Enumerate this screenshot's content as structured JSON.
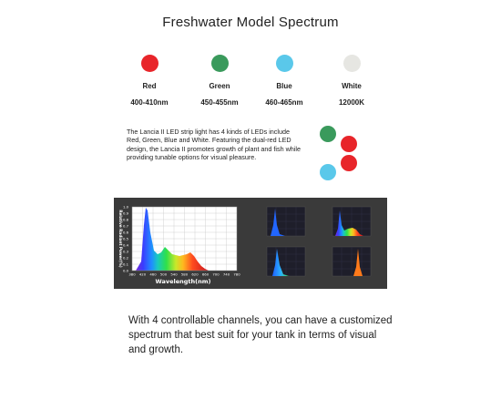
{
  "title": "Freshwater Model Spectrum",
  "leds": [
    {
      "name": "Red",
      "range": "400-410nm",
      "color": "#e8252a"
    },
    {
      "name": "Green",
      "range": "450-455nm",
      "color": "#3a9a5c"
    },
    {
      "name": "Blue",
      "range": "460-465nm",
      "color": "#5ac8ea"
    },
    {
      "name": "White",
      "range": "12000K",
      "color": "#e6e6e2"
    }
  ],
  "description": "The Lancia II LED strip light has 4 kinds of LEDs include Red, Green, Blue and White. Featuring the dual-red LED design, the Lancia II promotes growth of plant and fish while providing tunable options for visual pleasure.",
  "cluster_colors": {
    "green": "#3a9a5c",
    "red": "#e8252a",
    "blue": "#5ac8ea"
  },
  "spectrum": {
    "ylabel": "Relative Radiant Power(%)",
    "xlabel": "Wavelength(nm)",
    "y_ticks": [
      "1.0",
      "0.9",
      "0.8",
      "0.7",
      "0.6",
      "0.5",
      "0.4",
      "0.3",
      "0.2",
      "0.1",
      "0.0"
    ],
    "x_ticks": [
      "380",
      "420",
      "460",
      "500",
      "540",
      "580",
      "620",
      "660",
      "700",
      "740",
      "780"
    ]
  },
  "bottom_text": "With 4 controllable channels, you can have a customized spectrum that best suit for your tank in terms of visual and growth."
}
